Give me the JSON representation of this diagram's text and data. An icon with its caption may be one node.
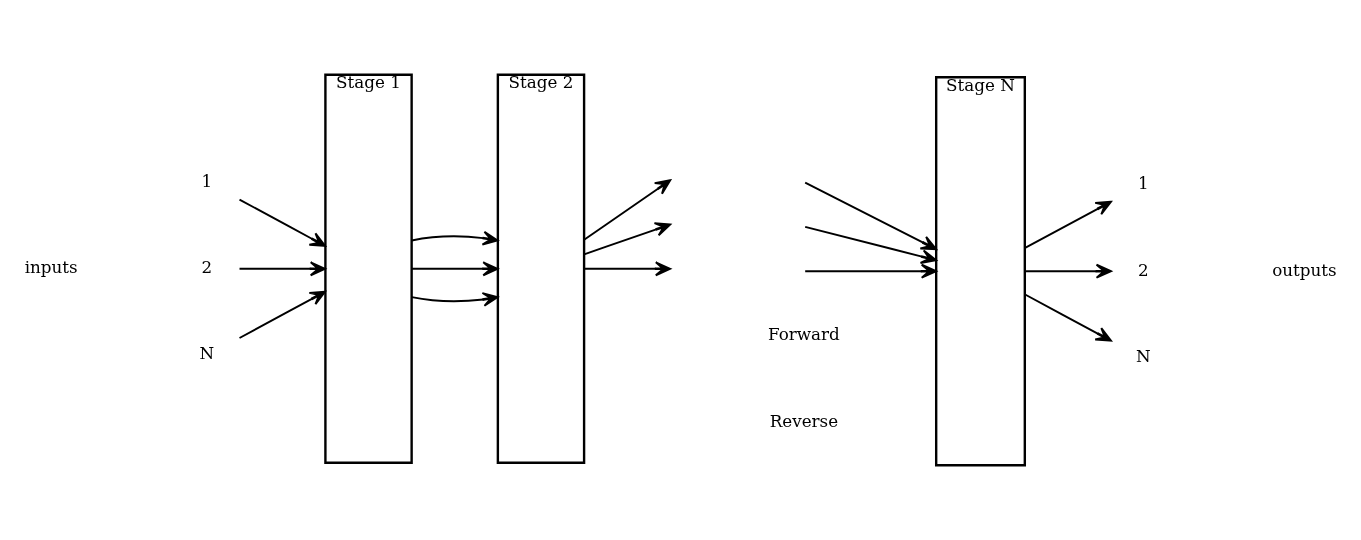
{
  "diagram": {
    "nodes": [
      {
        "text": [
          "Stage 1"
        ]
      },
      {
        "text": [
          "Stage 2"
        ]
      },
      {
        "text": [
          "Stage N"
        ]
      },
      {
        "text": [
          "1"
        ]
      },
      {
        "text": [
          "2"
        ]
      },
      {
        "text": [
          "N"
        ]
      },
      {
        "text": [
          "1"
        ]
      },
      {
        "text": [
          "2"
        ]
      },
      {
        "text": [
          "N"
        ]
      }
    ],
    "edges": [
      {
        "from": 3,
        "to": 0,
        "arrow": "to"
      },
      {
        "from": 4,
        "to": 0,
        "arrow": "to"
      },
      {
        "from": 5,
        "to": 0,
        "arrow": "to"
      },
      {
        "from": 0,
        "to": 1,
        "arrow": "to"
      },
      {
        "from": 0,
        "to": 1,
        "arrow": "to"
      },
      {
        "from": 0,
        "to": 1,
        "arrow": "to"
      },
      {
        "from": 1,
        "to": null,
        "arrow": "to"
      },
      {
        "from": 1,
        "to": null,
        "arrow": "to"
      },
      {
        "from": 1,
        "to": null,
        "arrow": "to"
      },
      {
        "from": null,
        "to": 2,
        "arrow": "to"
      },
      {
        "from": null,
        "to": 2,
        "arrow": "to"
      },
      {
        "from": null,
        "to": 2,
        "arrow": "to"
      },
      {
        "from": 2,
        "to": 6,
        "arrow": "to"
      },
      {
        "from": 2,
        "to": 7,
        "arrow": "to"
      },
      {
        "from": 2,
        "to": 8,
        "arrow": "to"
      }
    ],
    "labels": [
      "inputs",
      "Forward",
      "Reverse",
      "outputs"
    ]
  }
}
